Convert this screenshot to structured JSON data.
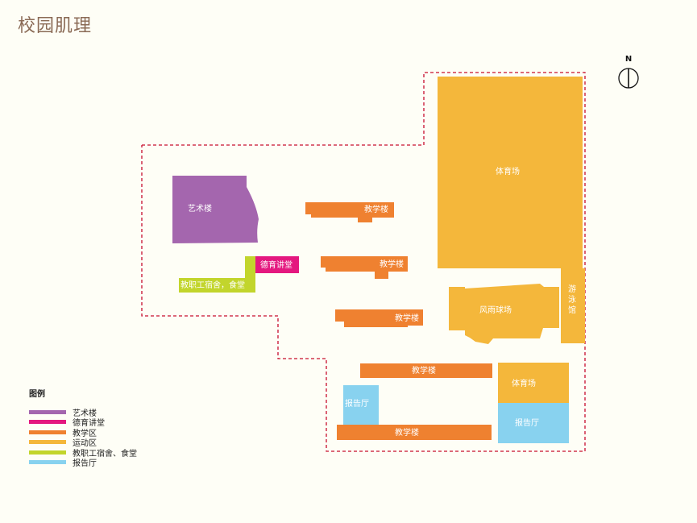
{
  "title": "校园肌理",
  "compass": {
    "label": "N"
  },
  "buildings": {
    "art": "艺术楼",
    "moral_hall": "德育讲堂",
    "dorm": "教职工宿舍，食堂",
    "teach1": "教学楼",
    "teach2": "教学楼",
    "teach3": "教学楼",
    "teach4": "教学楼",
    "teach5": "教学楼",
    "stadium": "体育场",
    "court": "风雨球场",
    "pool": [
      "游",
      "泳",
      "馆"
    ],
    "gym2": "体育场",
    "hall1": "报告厅",
    "hall2": "报告厅"
  },
  "legend": {
    "title": "图例",
    "items": [
      {
        "label": "艺术楼",
        "color": "#a466ae"
      },
      {
        "label": "德育讲堂",
        "color": "#e4187f"
      },
      {
        "label": "教学区",
        "color": "#ef8130"
      },
      {
        "label": "运动区",
        "color": "#f4b73b"
      },
      {
        "label": "教职工宿舍、食堂",
        "color": "#c2d52c"
      },
      {
        "label": "报告厅",
        "color": "#88d2ef"
      }
    ]
  },
  "colors": {
    "art": "#a466ae",
    "moral": "#e4187f",
    "teaching": "#ef8130",
    "sports": "#f4b73b",
    "dorm": "#c2d52c",
    "hall": "#88d2ef",
    "boundary": "#c8102e"
  }
}
